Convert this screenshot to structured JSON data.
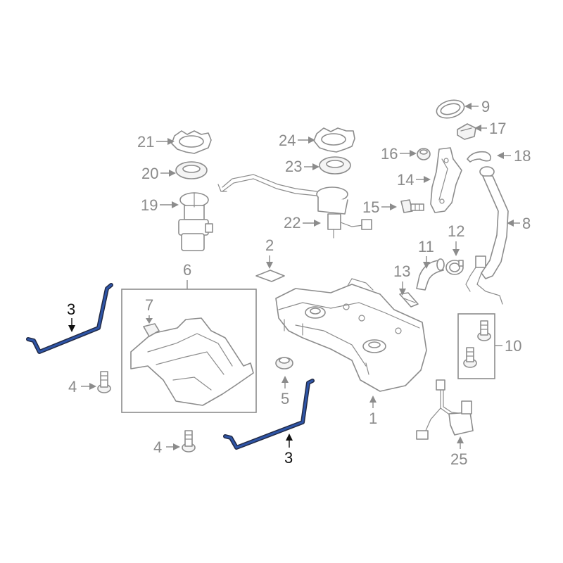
{
  "callouts": {
    "c1": "1",
    "c2": "2",
    "c3a": "3",
    "c3b": "3",
    "c4a": "4",
    "c4b": "4",
    "c5": "5",
    "c6": "6",
    "c7": "7",
    "c8": "8",
    "c9": "9",
    "c10": "10",
    "c11": "11",
    "c12": "12",
    "c13": "13",
    "c14": "14",
    "c15": "15",
    "c16": "16",
    "c17": "17",
    "c18": "18",
    "c19": "19",
    "c20": "20",
    "c21": "21",
    "c22": "22",
    "c23": "23",
    "c24": "24",
    "c25": "25"
  },
  "colors": {
    "line_art": "#8c8c8c",
    "highlight_part": "#2e55a8",
    "highlight_label": "#111111",
    "background": "#ffffff"
  },
  "highlighted_part": "3"
}
